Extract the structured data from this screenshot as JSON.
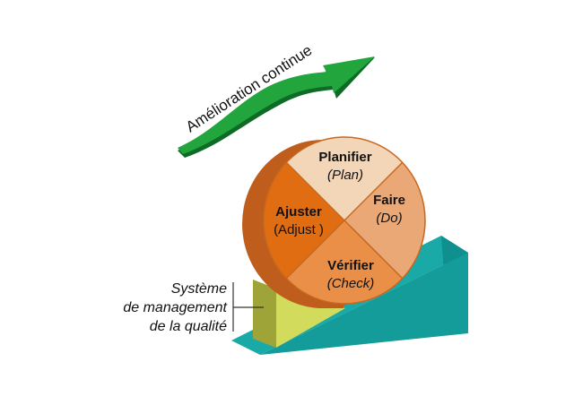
{
  "arrow": {
    "label": "Amélioration continue"
  },
  "wheel": {
    "plan": {
      "title": "Planifier",
      "sub": "(Plan)"
    },
    "do": {
      "title": "Faire",
      "sub": "(Do)"
    },
    "check": {
      "title": "Vérifier",
      "sub": "(Check)"
    },
    "adjust": {
      "title": "Ajuster",
      "sub": "(Adjust )"
    }
  },
  "system": {
    "line1": "Système",
    "line2": "de management",
    "line3": "de la qualité"
  },
  "colors": {
    "plan": "#f3d5b8",
    "do": "#eaa877",
    "check": "#e98f47",
    "adjust": "#e06d12",
    "rim": "#bf5e1c",
    "teal": "#12a1a0",
    "wedge": "#cfd65a",
    "arrow": "#1fa23a"
  }
}
